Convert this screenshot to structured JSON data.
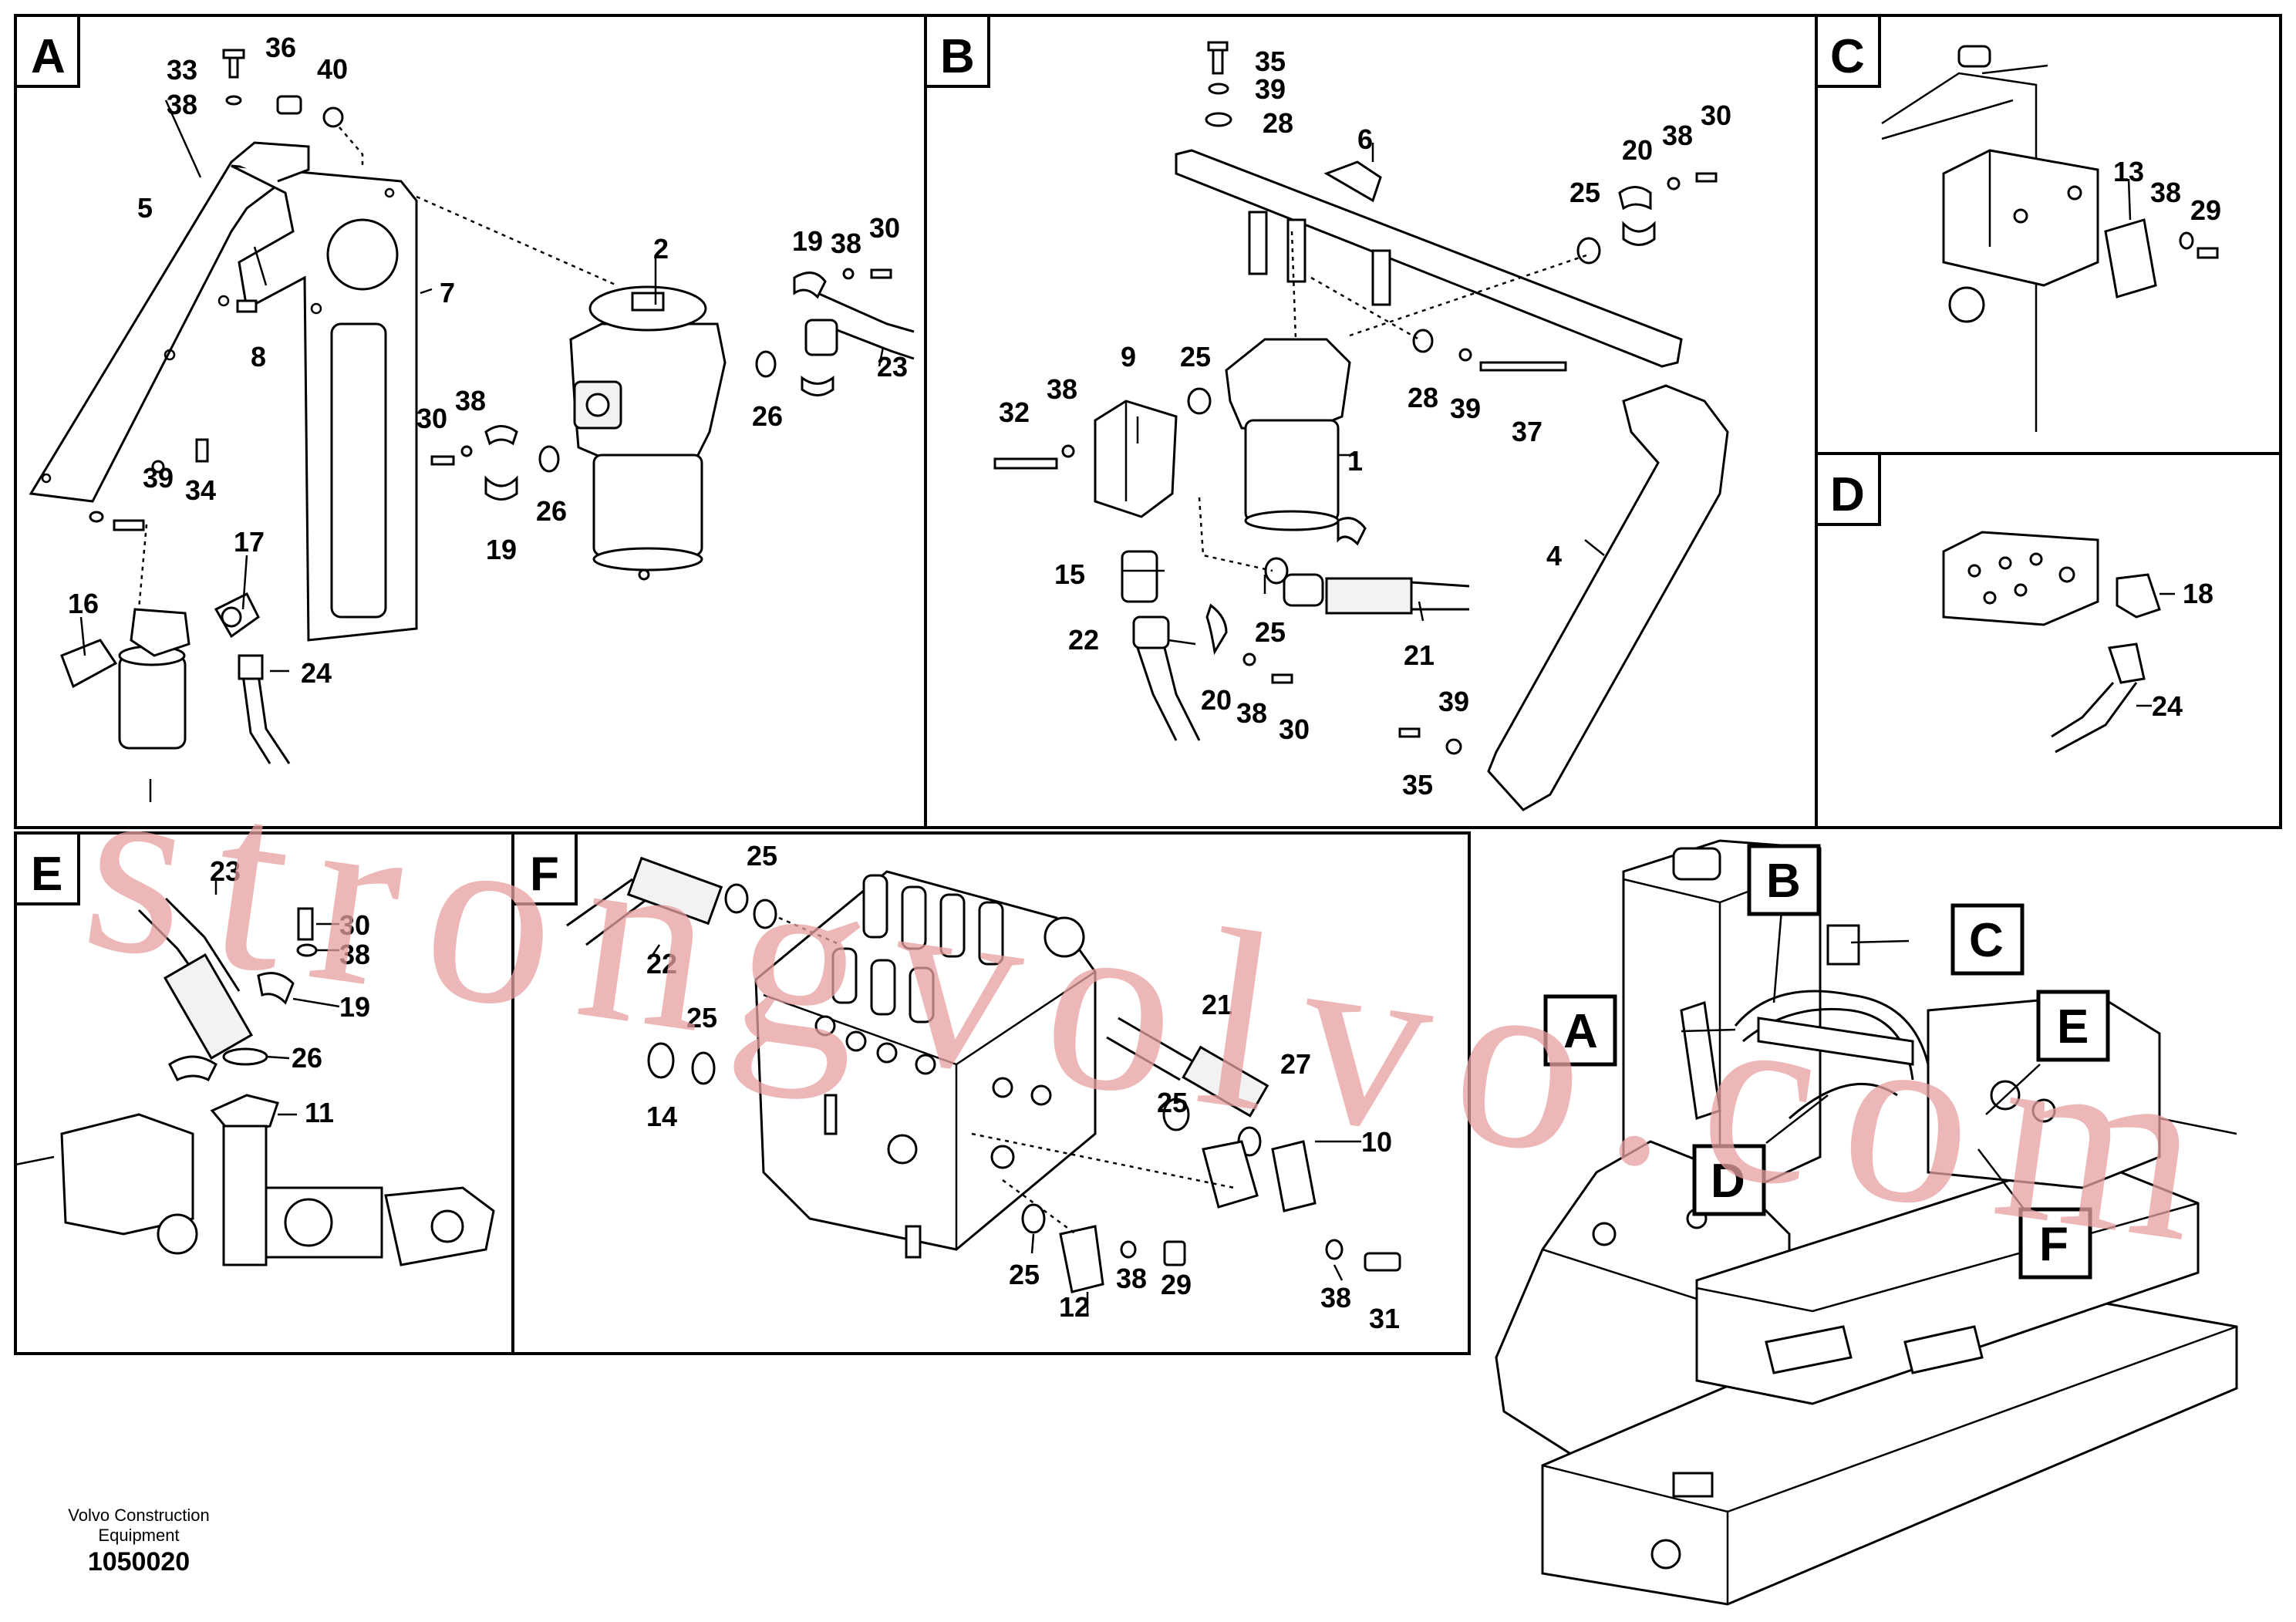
{
  "panels": {
    "A": {
      "tag": "A",
      "numbers": [
        "33",
        "36",
        "40",
        "38",
        "5",
        "7",
        "2",
        "19",
        "38",
        "30",
        "8",
        "30",
        "38",
        "23",
        "26",
        "39",
        "34",
        "26",
        "19",
        "17",
        "16",
        "24"
      ]
    },
    "B": {
      "tag": "B",
      "numbers": [
        "35",
        "39",
        "28",
        "6",
        "20",
        "38",
        "30",
        "25",
        "9",
        "25",
        "28",
        "39",
        "37",
        "32",
        "38",
        "1",
        "4",
        "15",
        "25",
        "22",
        "20",
        "38",
        "30",
        "21",
        "39",
        "35"
      ]
    },
    "C": {
      "tag": "C",
      "numbers": [
        "13",
        "38",
        "29"
      ]
    },
    "D": {
      "tag": "D",
      "numbers": [
        "18",
        "24"
      ]
    },
    "E": {
      "tag": "E",
      "numbers": [
        "23",
        "30",
        "38",
        "19",
        "26",
        "11"
      ]
    },
    "F": {
      "tag": "F",
      "numbers": [
        "25",
        "22",
        "25",
        "21",
        "14",
        "25",
        "27",
        "25",
        "10",
        "25",
        "12",
        "38",
        "29",
        "38",
        "31"
      ]
    }
  },
  "overview_callouts": [
    "B",
    "C",
    "A",
    "E",
    "D",
    "F"
  ],
  "footer": {
    "line1": "Volvo Construction",
    "line2": "Equipment",
    "code": "1050020"
  },
  "watermark": "strongvolvo.com"
}
